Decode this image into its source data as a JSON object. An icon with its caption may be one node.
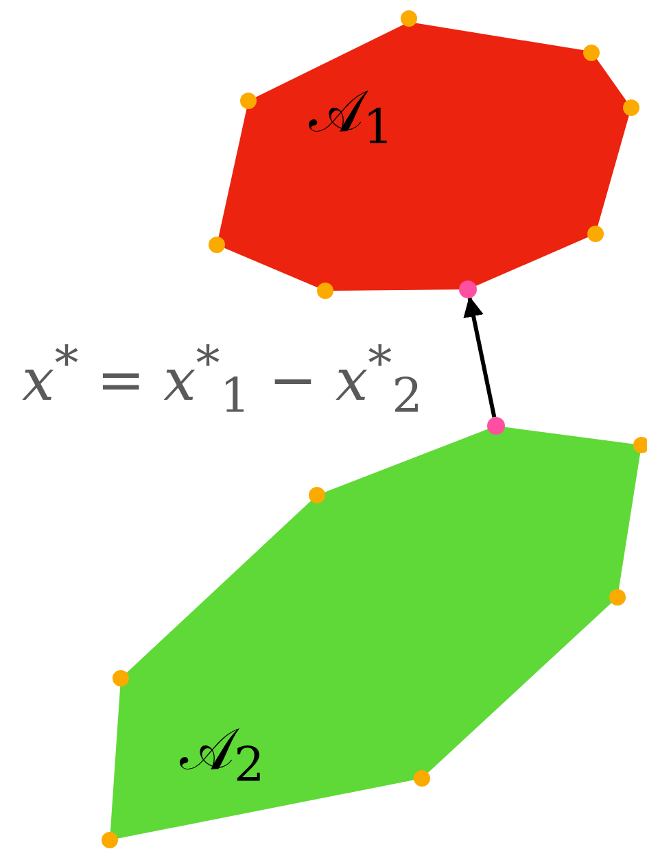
{
  "diagram": {
    "nodes": [
      {
        "text": [
          "𝒜$_{1}$"
        ]
      },
      {
        "text": [],
        "shape": "circle"
      },
      {
        "text": [],
        "shape": "circle"
      },
      {
        "text": [
          "𝒜$_{2}$"
        ]
      }
    ],
    "edges": [
      {
        "from": 2,
        "to": 1,
        "arrow": "to",
        "label": "*x*$^{*}$ = *x*$^{*}$$_{1}$ − *x*$^{*}$$_{2}$"
      }
    ]
  }
}
